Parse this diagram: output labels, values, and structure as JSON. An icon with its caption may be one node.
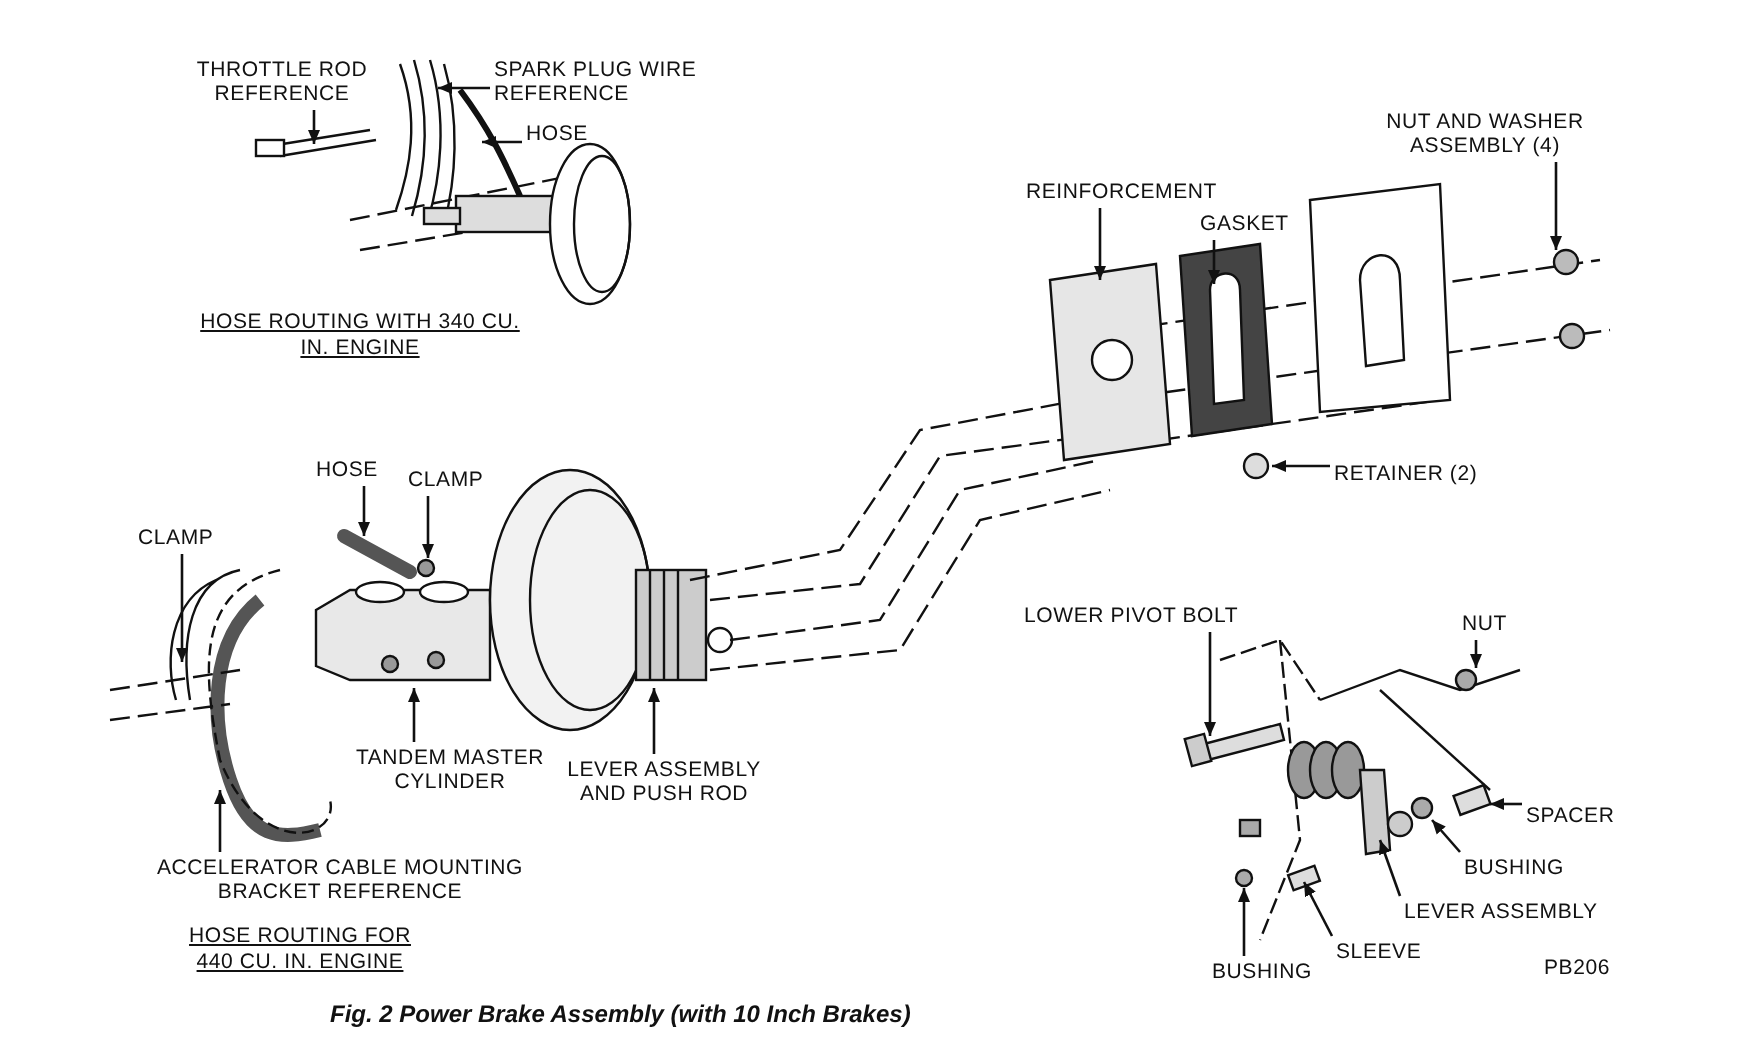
{
  "diagram": {
    "caption": "Fig. 2 Power Brake Assembly (with 10 Inch Brakes)",
    "nodes": [
      {
        "text": [
          "THROTTLE ROD REFERENCE"
        ]
      },
      {
        "text": [
          "SPARK PLUG WIRE REFERENCE"
        ]
      },
      {
        "text": [
          "HOSE"
        ]
      },
      {
        "text": [
          "REINFORCEMENT"
        ]
      },
      {
        "text": [
          "GASKET"
        ]
      },
      {
        "text": [
          "NUT AND WASHER ASSEMBLY (4)"
        ]
      },
      {
        "text": [
          "RETAINER (2)"
        ]
      },
      {
        "text": [
          "HOSE"
        ]
      },
      {
        "text": [
          "CLAMP"
        ]
      },
      {
        "text": [
          "CLAMP"
        ]
      },
      {
        "text": [
          "TANDEM MASTER CYLINDER"
        ]
      },
      {
        "text": [
          "LEVER ASSEMBLY AND PUSH ROD"
        ]
      },
      {
        "text": [
          "ACCELERATOR CABLE MOUNTING BRACKET REFERENCE"
        ]
      },
      {
        "text": [
          "LOWER PIVOT BOLT"
        ]
      },
      {
        "text": [
          "NUT"
        ]
      },
      {
        "text": [
          "SPACER"
        ]
      },
      {
        "text": [
          "BUSHING"
        ]
      },
      {
        "text": [
          "LEVER ASSEMBLY"
        ]
      },
      {
        "text": [
          "SLEEVE"
        ]
      },
      {
        "text": [
          "BUSHING"
        ]
      }
    ],
    "edges": [
      {
        "from": 0,
        "to": null,
        "arrow": "to"
      },
      {
        "from": 1,
        "to": null,
        "arrow": "to"
      },
      {
        "from": 2,
        "to": null,
        "arrow": "to"
      },
      {
        "from": 3,
        "to": null,
        "arrow": "to"
      },
      {
        "from": 4,
        "to": null,
        "arrow": "to"
      },
      {
        "from": 5,
        "to": null,
        "arrow": "to"
      },
      {
        "from": 6,
        "to": null,
        "arrow": "to"
      },
      {
        "from": 7,
        "to": null,
        "arrow": "to"
      },
      {
        "from": 8,
        "to": null,
        "arrow": "to"
      },
      {
        "from": 9,
        "to": null,
        "arrow": "to"
      },
      {
        "from": 10,
        "to": null,
        "arrow": "to"
      },
      {
        "from": 11,
        "to": null,
        "arrow": "to"
      },
      {
        "from": 12,
        "to": null,
        "arrow": "to"
      },
      {
        "from": 13,
        "to": null,
        "arrow": "to"
      },
      {
        "from": 14,
        "to": null,
        "arrow": "to"
      },
      {
        "from": 15,
        "to": null,
        "arrow": "to"
      },
      {
        "from": 16,
        "to": null,
        "arrow": "to"
      },
      {
        "from": 17,
        "to": null,
        "arrow": "to"
      },
      {
        "from": 18,
        "to": null,
        "arrow": "to"
      },
      {
        "from": 19,
        "to": null,
        "arrow": "to"
      }
    ],
    "labels": [
      "HOSE ROUTING WITH 340 CU. IN. ENGINE",
      "HOSE ROUTING FOR 440 CU. IN. ENGINE",
      "PB206"
    ]
  }
}
